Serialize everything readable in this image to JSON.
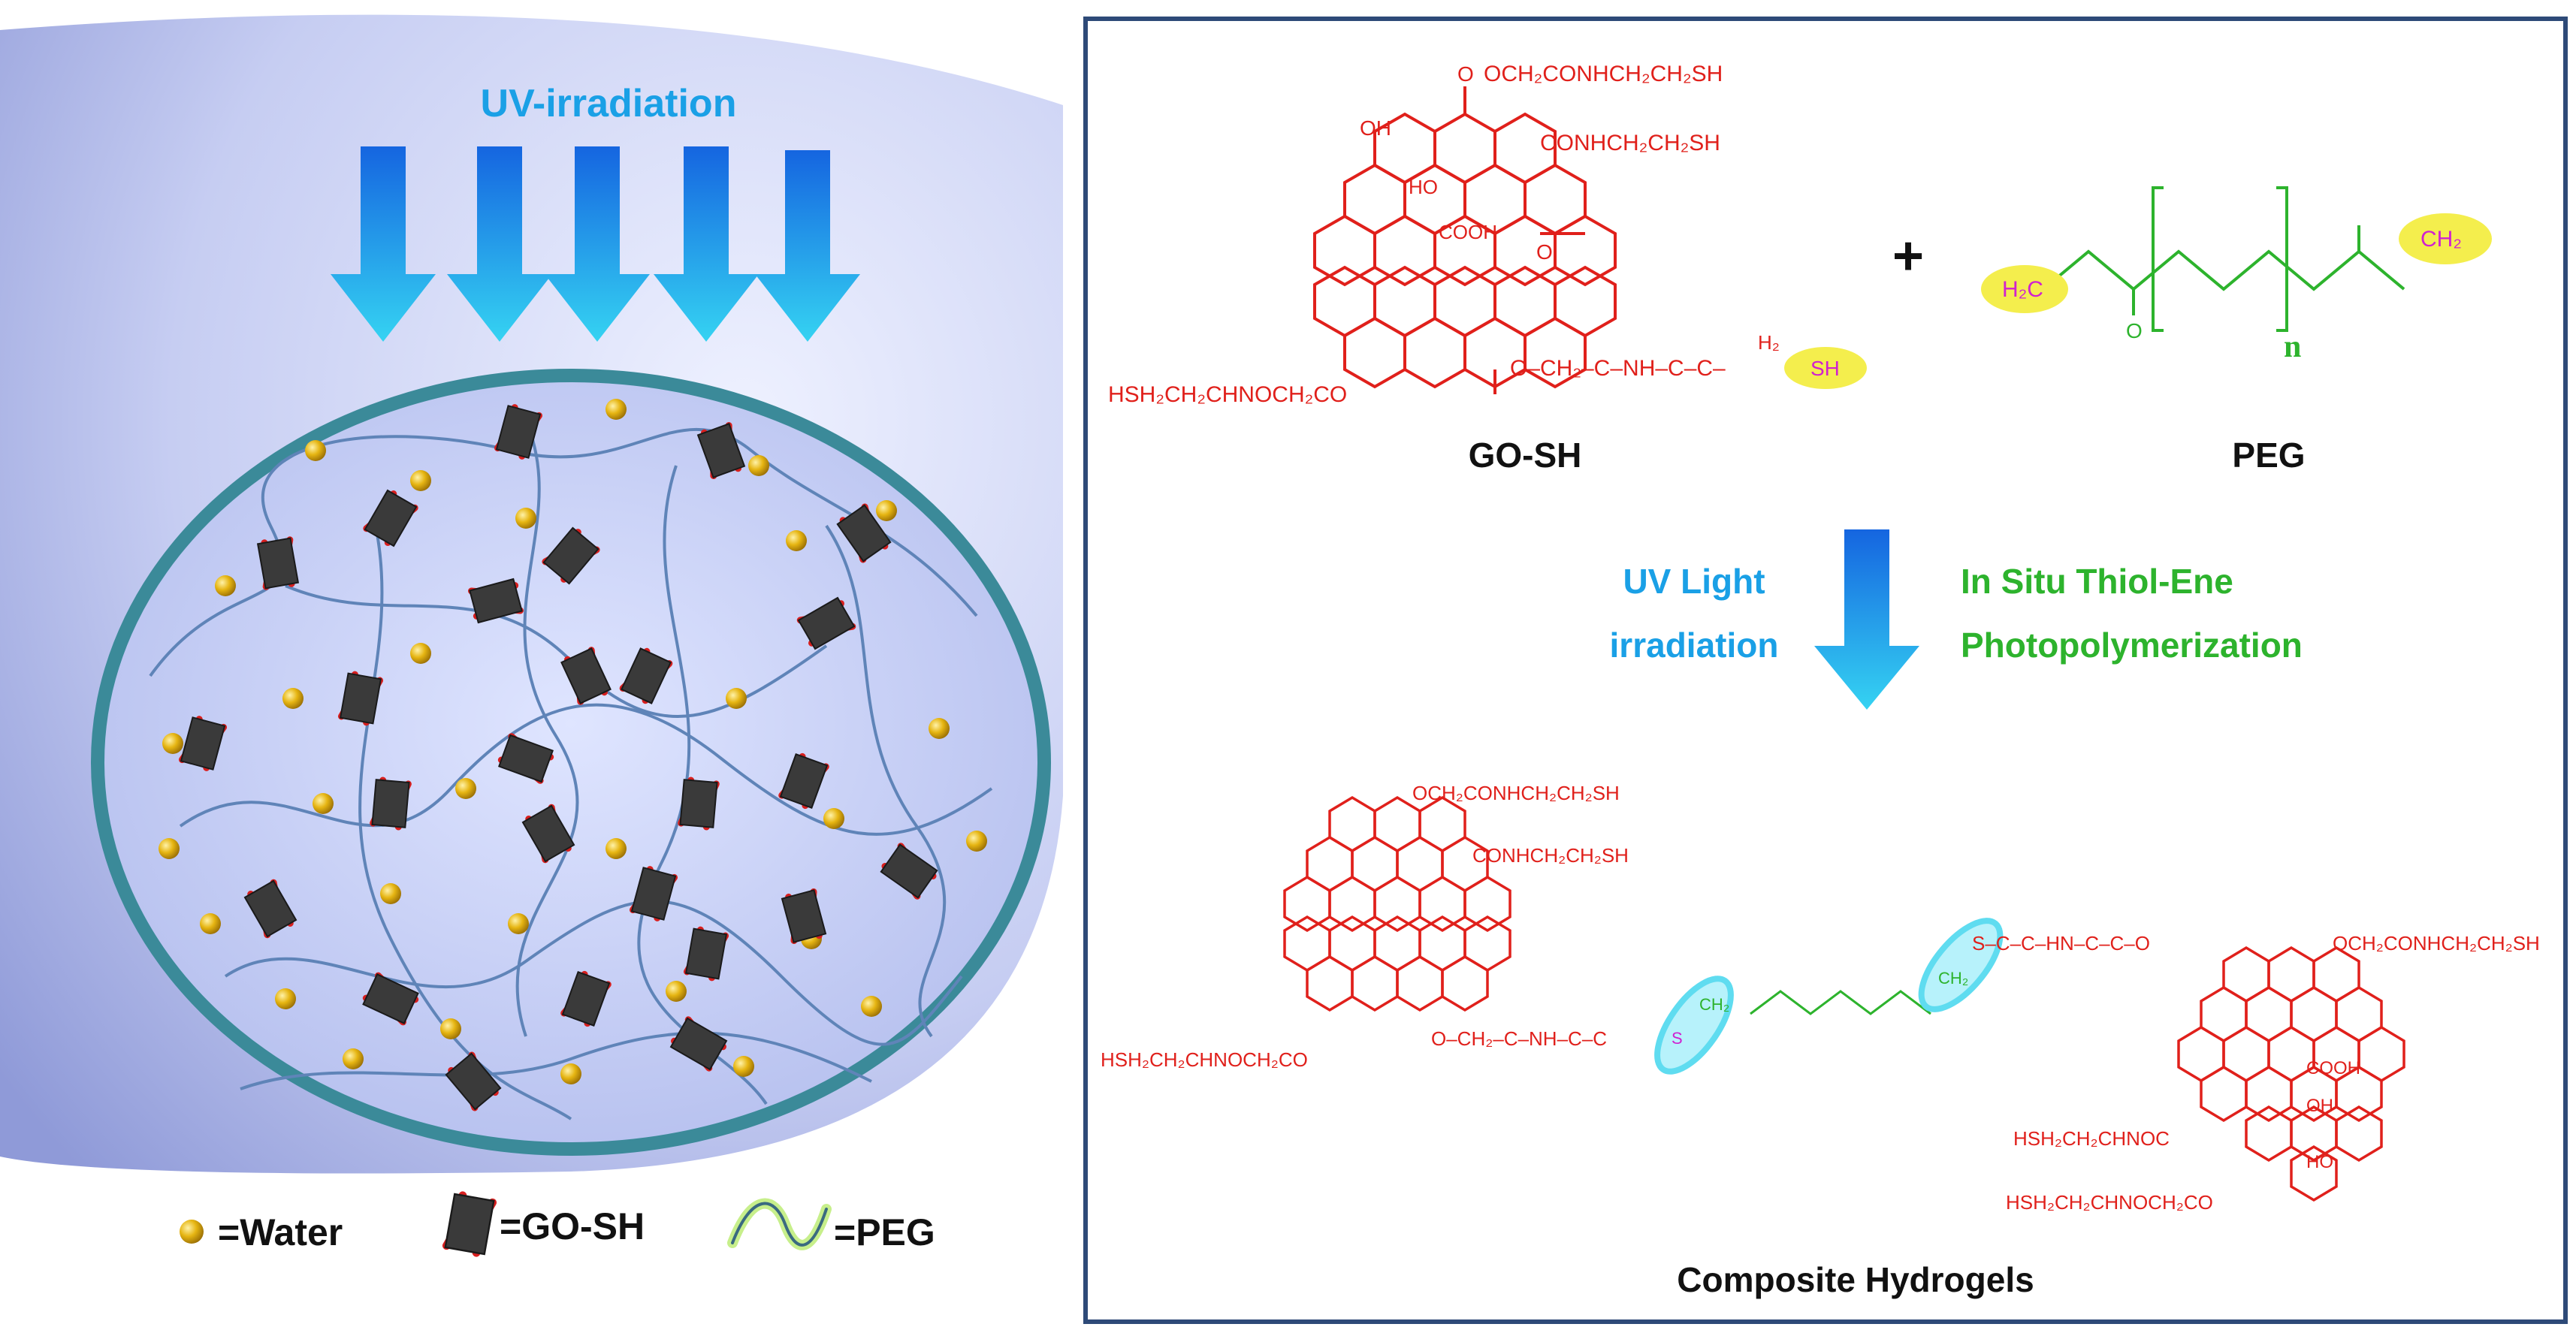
{
  "left_panel": {
    "uv_label": "UV-irradiation",
    "legend": {
      "water": "=Water",
      "go_sh": "=GO-SH",
      "peg": "=PEG"
    }
  },
  "right_panel": {
    "reactant1_name": "GO-SH",
    "plus": "+",
    "reactant2_name": "PEG",
    "arrow_left_line1": "UV Light",
    "arrow_left_line2": "irradiation",
    "arrow_right_line1": "In Situ Thiol-Ene",
    "arrow_right_line2": "Photopolymerization",
    "product_name": "Composite Hydrogels",
    "go_groups": {
      "top": "OCH₂CONHCH₂CH₂SH",
      "mid": "CONHCH₂CH₂SH",
      "left": "HSH₂CH₂CHNOCH₂CO",
      "oh": "OH",
      "ho": "HO",
      "cooh": "COOH",
      "chain": "O–CH₂–C–NH–C–C–",
      "sh": "SH",
      "h2": "H₂",
      "o": "O",
      "o2": "O"
    },
    "peg_groups": {
      "h2c": "H₂C",
      "ch2": "CH₂",
      "n": "n",
      "o": "O"
    },
    "product_groups": {
      "left_top": "OCH₂CONHCH₂CH₂SH",
      "left_mid": "CONHCH₂CH₂SH",
      "left_bottom": "HSH₂CH₂CHNOCH₂CO",
      "left_chain": "O–CH₂–C–NH–C–C",
      "s1": "S",
      "ch2_1": "CH₂",
      "s2": "S",
      "ch2_2": "CH₂",
      "right_chain": "S–C–C–HN–C–C–O",
      "right_top": "OCH₂CONHCH₂CH₂SH",
      "right_mid": "HSH₂CH₂CHNOC",
      "right_bottom": "HSH₂CH₂CHNOCH₂CO",
      "cooh": "COOH",
      "oh": "OH",
      "ho": "HO"
    }
  },
  "colors": {
    "red": "#e0201b",
    "green": "#2db32d",
    "uv_blue": "#1aa0e6",
    "highlight_yellow": "#f4ee4d",
    "highlight_cyan": "#5fdcf0",
    "frame": "#2e4a78",
    "teal_ring": "#3b8a99",
    "water_gold": "#e0b010",
    "sheet_gray": "#3a3a3a"
  }
}
